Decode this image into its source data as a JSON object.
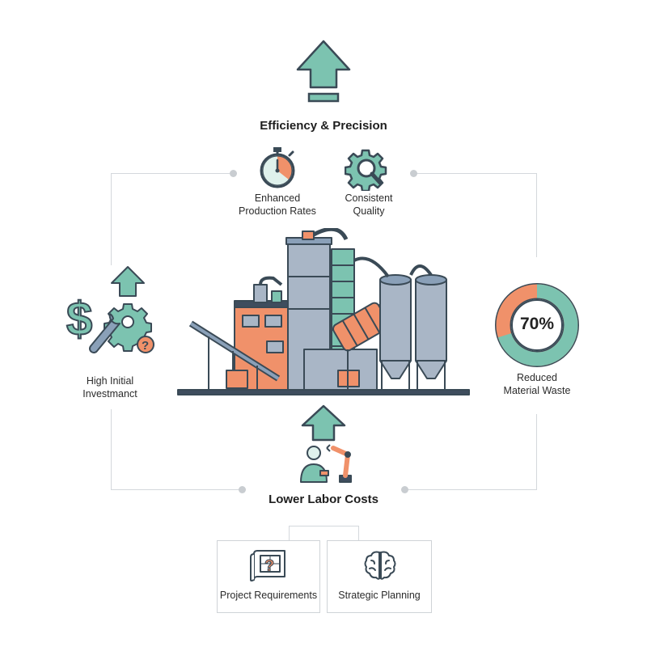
{
  "top": {
    "heading": "Efficiency & Precision"
  },
  "top_items": [
    {
      "icon": "stopwatch-icon",
      "label_line1": "Enhanced",
      "label_line2": "Production Rates"
    },
    {
      "icon": "gear-magnifier-icon",
      "label_line1": "Consistent",
      "label_line2": "Quality"
    }
  ],
  "left": {
    "icon": "cost-gear-wrench-icon",
    "label_line1": "High Initial",
    "label_line2": "Investmanct"
  },
  "right": {
    "gauge_value": "70%",
    "gauge_fraction": 0.7,
    "label_line1": "Reduced",
    "label_line2": "Material Waste"
  },
  "bottom": {
    "heading": "Lower Labor Costs",
    "icon": "worker-robot-arm-icon"
  },
  "boxes": [
    {
      "icon": "blueprint-question-icon",
      "label": "Project Requirements"
    },
    {
      "icon": "brain-icon",
      "label": "Strategic Planning"
    }
  ],
  "colors": {
    "teal": "#7cc3b0",
    "orange": "#f0916a",
    "slate": "#8aa0b8",
    "navy": "#3f4d5e",
    "frame": "#d4d8dc"
  }
}
